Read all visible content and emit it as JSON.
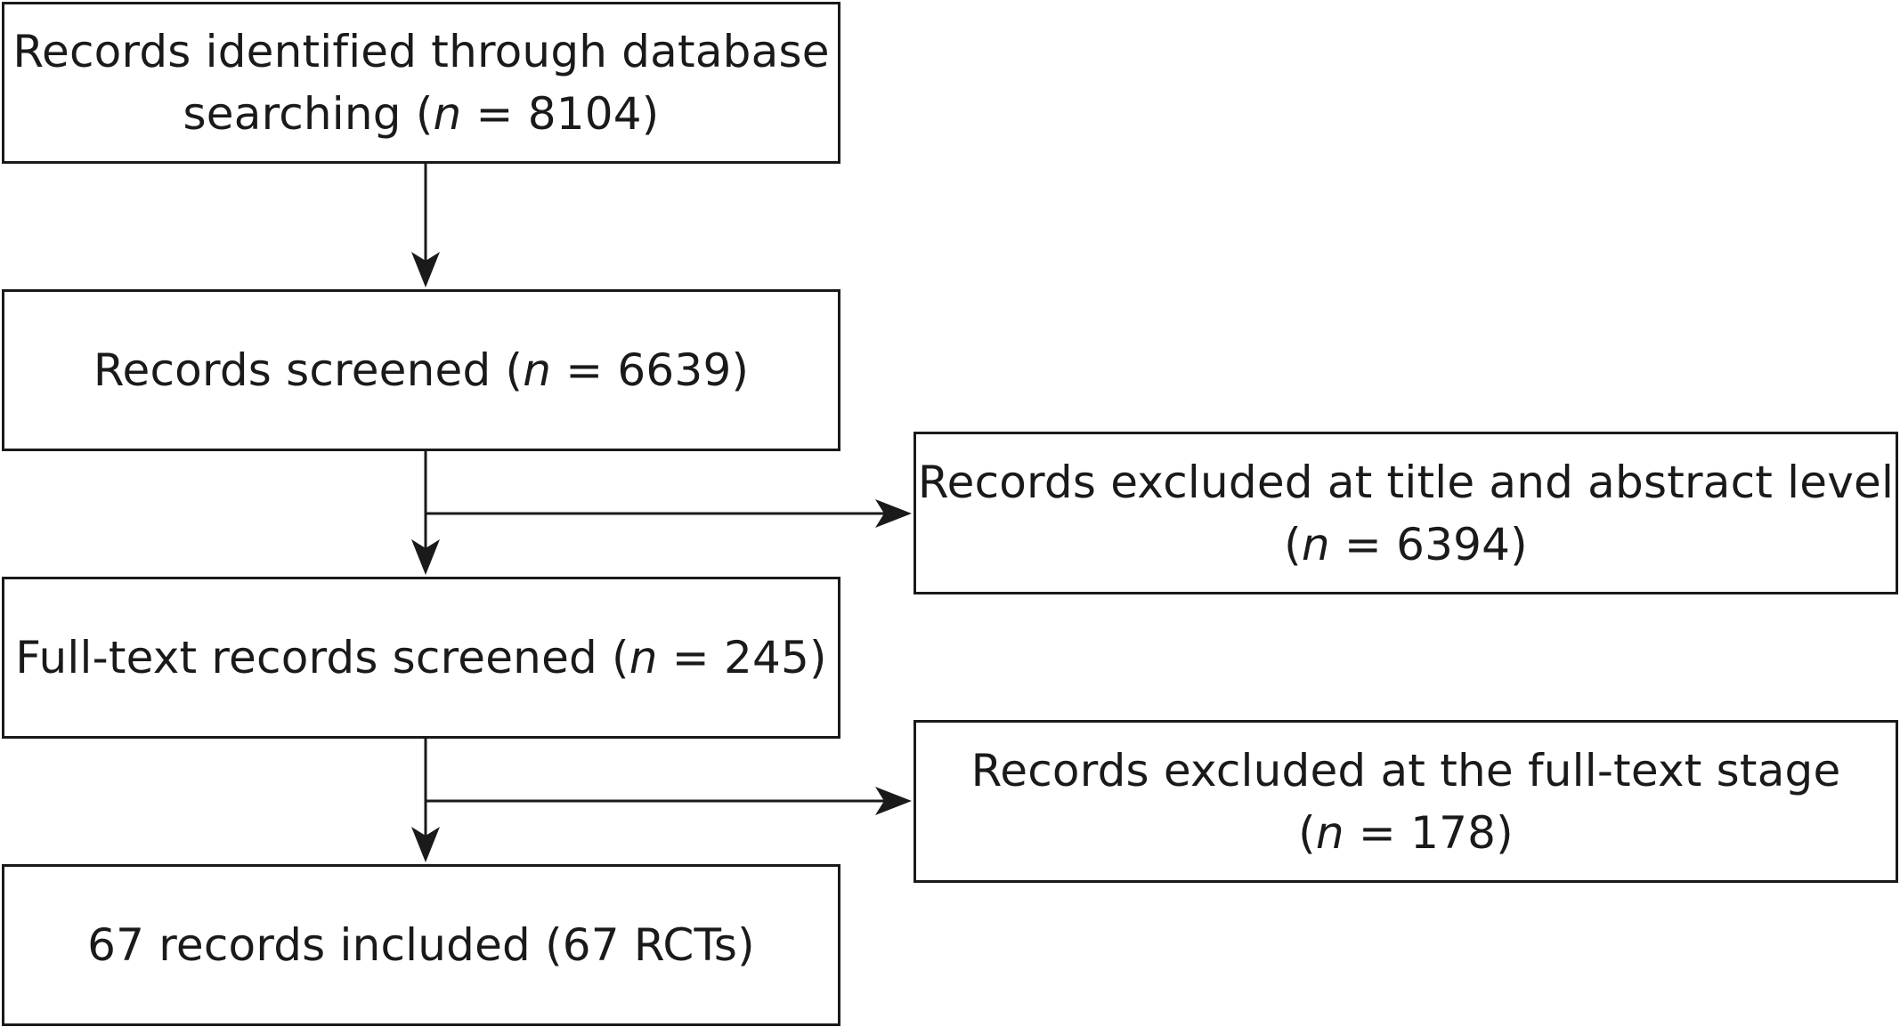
{
  "flow": {
    "identified": {
      "line1": "Records identified through database",
      "line2_prefix": "searching (",
      "n_symbol": "n",
      "line2_suffix": " = 8104)"
    },
    "screened": {
      "prefix": "Records screened (",
      "n_symbol": "n",
      "suffix": " = 6639)"
    },
    "fulltext": {
      "prefix": "Full-text records screened (",
      "n_symbol": "n",
      "suffix": " = 245)"
    },
    "included": {
      "text": "67 records included (67 RCTs)"
    },
    "excluded_title_abstract": {
      "line1": "Records excluded at title and abstract level",
      "line2_prefix": "(",
      "n_symbol": "n",
      "line2_suffix": " = 6394)"
    },
    "excluded_fulltext": {
      "line1": "Records excluded at the full-text stage",
      "line2_prefix": "(",
      "n_symbol": "n",
      "line2_suffix": " = 178)"
    }
  },
  "colors": {
    "stroke": "#1a1a1a",
    "background": "#ffffff"
  }
}
